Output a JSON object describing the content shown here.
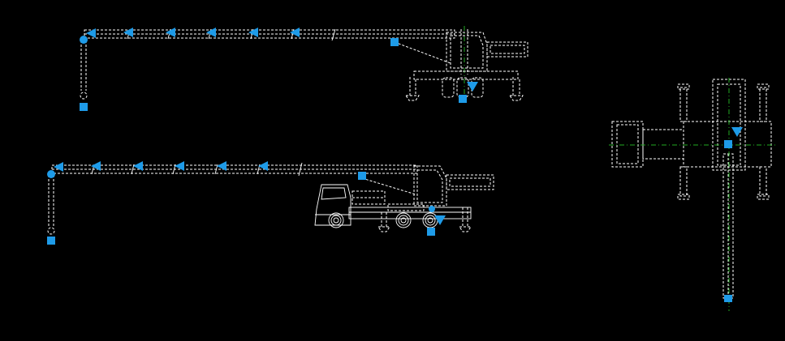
{
  "cad_view": {
    "background": "#000000",
    "linework_color": "#ffffff",
    "grip_color": "#1e9be8",
    "centerline_color": "#22aa22",
    "views": [
      {
        "name": "crawler-crane-side-view",
        "boom_direction_markers": 6
      },
      {
        "name": "truck-crane-side-view",
        "boom_direction_markers": 6
      },
      {
        "name": "crane-plan-view",
        "boom_direction_markers": 0
      }
    ]
  }
}
